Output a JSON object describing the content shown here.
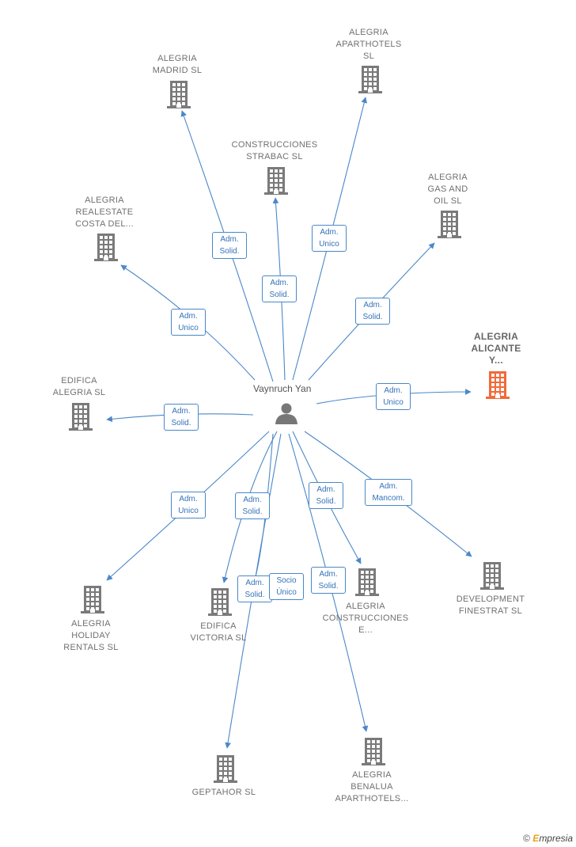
{
  "colors": {
    "edge": "#4a88c8",
    "building": "#7a7a7a",
    "highlight": "#f26a3a",
    "person": "#777777"
  },
  "person": {
    "name": "Vaynruch Yan",
    "icon": "person-icon"
  },
  "companies": [
    {
      "id": "alegria-madrid",
      "label": "ALEGRIA\nMADRID  SL",
      "icon": "building-icon"
    },
    {
      "id": "alegria-aparthotels",
      "label": "ALEGRIA\nAPARTHOTELS\nSL",
      "icon": "building-icon"
    },
    {
      "id": "construcciones-strabac",
      "label": "CONSTRUCCIONES\nSTRABAC  SL",
      "icon": "building-icon"
    },
    {
      "id": "alegria-gas-oil",
      "label": "ALEGRIA\nGAS AND\nOIL  SL",
      "icon": "building-icon"
    },
    {
      "id": "alegria-realestate",
      "label": "ALEGRIA\nREALESTATE\nCOSTA DEL...",
      "icon": "building-icon"
    },
    {
      "id": "alegria-alicante",
      "label": "ALEGRIA\nALICANTE\nY...",
      "icon": "building-icon",
      "highlight": true
    },
    {
      "id": "edifica-alegria",
      "label": "EDIFICA\nALEGRIA  SL",
      "icon": "building-icon"
    },
    {
      "id": "alegria-holiday",
      "label": "ALEGRIA\nHOLIDAY\nRENTALS  SL",
      "icon": "building-icon"
    },
    {
      "id": "edifica-victoria",
      "label": "EDIFICA\nVICTORIA  SL",
      "icon": "building-icon"
    },
    {
      "id": "alegria-construcciones",
      "label": "ALEGRIA\nCONSTRUCCIONES\nE...",
      "icon": "building-icon"
    },
    {
      "id": "development-finestrat",
      "label": "DEVELOPMENT\nFINESTRAT  SL",
      "icon": "building-icon"
    },
    {
      "id": "geptahor",
      "label": "GEPTAHOR SL",
      "icon": "building-icon"
    },
    {
      "id": "alegria-benalua",
      "label": "ALEGRIA\nBENALUA\nAPARTHOTELS...",
      "icon": "building-icon"
    }
  ],
  "relations": [
    {
      "to": "alegria-madrid",
      "role": "Adm.\nSolid."
    },
    {
      "to": "alegria-aparthotels",
      "role": "Adm.\nUnico"
    },
    {
      "to": "construcciones-strabac",
      "role": "Adm.\nSolid."
    },
    {
      "to": "alegria-gas-oil",
      "role": "Adm.\nSolid."
    },
    {
      "to": "alegria-realestate",
      "role": "Adm.\nUnico"
    },
    {
      "to": "alegria-alicante",
      "role": "Adm.\nUnico"
    },
    {
      "to": "edifica-alegria",
      "role": "Adm.\nSolid."
    },
    {
      "to": "alegria-holiday",
      "role": "Adm.\nUnico"
    },
    {
      "to": "edifica-victoria",
      "role": "Adm.\nSolid."
    },
    {
      "to": "alegria-construcciones",
      "role": "Adm.\nSolid."
    },
    {
      "to": "development-finestrat",
      "role": "Adm.\nMancom."
    },
    {
      "to": "geptahor",
      "role": "Adm.\nSolid."
    },
    {
      "to": "edifica-victoria",
      "role": "Socio\nÚnico"
    },
    {
      "to": "alegria-benalua",
      "role": "Adm.\nSolid."
    }
  ],
  "footer": {
    "copyright": "©",
    "brand_first": "E",
    "brand_rest": "mpresia"
  }
}
